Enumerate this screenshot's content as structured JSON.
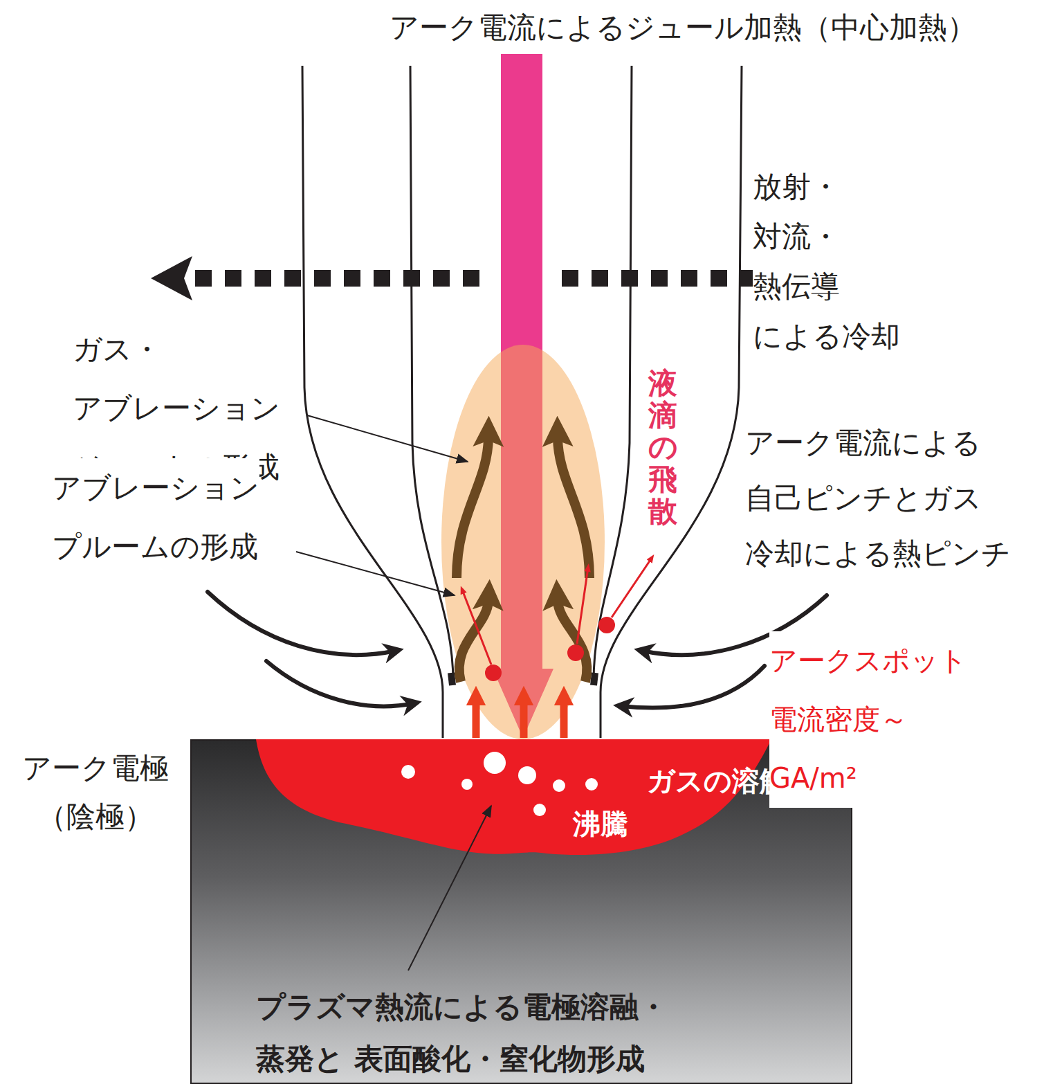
{
  "diagram": {
    "nodes": [
      {
        "text": [
          "アーク電極 （陰極）",
          "プラズマ熱流による電極溶融・蒸発と 表面酸化・窒化物形成"
        ]
      },
      {
        "text": [
          "ガスの溶解",
          "沸騰"
        ],
        "in": 0
      }
    ],
    "labels": [
      "アーク電流によるジュール加熱（中心加熱）",
      "放射・対流・熱伝導 による冷却",
      "ガス・アブレーション ジェットの形成",
      "液滴の飛散",
      "アーク電流による 自己ピンチとガス 冷却による熱ピンチ",
      "アブレーション プルームの形成",
      "アークスポット 電流密度～GA/m²"
    ]
  }
}
